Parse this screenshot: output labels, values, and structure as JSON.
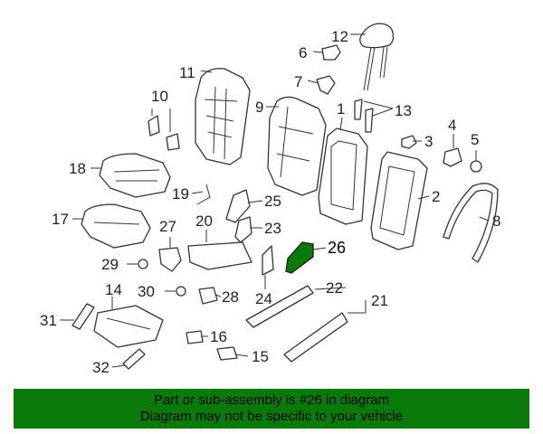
{
  "callouts": {
    "c1": "1",
    "c2": "2",
    "c3": "3",
    "c4": "4",
    "c5": "5",
    "c6": "6",
    "c7": "7",
    "c8": "8",
    "c9": "9",
    "c10": "10",
    "c11": "11",
    "c12": "12",
    "c13": "13",
    "c14": "14",
    "c15": "15",
    "c16": "16",
    "c17": "17",
    "c18": "18",
    "c19": "19",
    "c20": "20",
    "c21": "21",
    "c22": "22",
    "c23": "23",
    "c24": "24",
    "c25": "25",
    "c26": "26",
    "c27": "27",
    "c28": "28",
    "c29": "29",
    "c30": "30",
    "c31": "31",
    "c32": "32"
  },
  "highlight": {
    "part": "26",
    "color": "#0a7a0a"
  },
  "banner": {
    "line1": "Part or sub-assembly is #26 in diagram",
    "line2": "Diagram may not be specific to your vehicle",
    "color": "#0a7a0a"
  }
}
